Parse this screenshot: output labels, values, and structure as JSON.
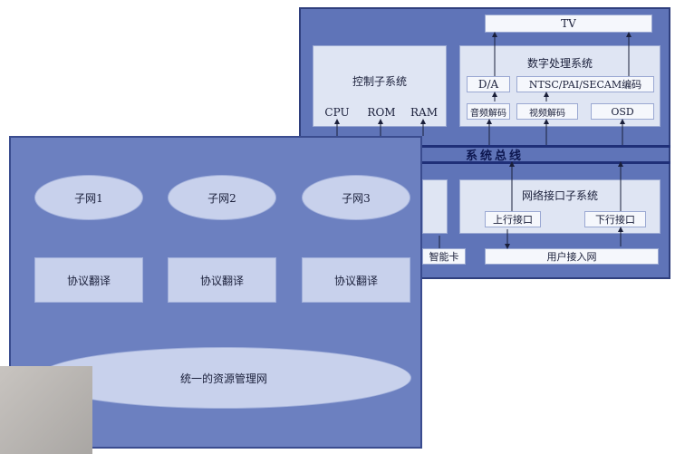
{
  "back": {
    "tv": "TV",
    "control_title": "控制子系统",
    "cpu": "CPU",
    "rom": "ROM",
    "ram": "RAM",
    "digital_title": "数字处理系统",
    "da": "D/A",
    "ntsc": "NTSC/PAI/SECAM编码",
    "audio": "音频解码",
    "video": "视频解码",
    "osd": "OSD",
    "bus": "系统总线",
    "net_title": "网络接口子系统",
    "uplink": "上行接口",
    "downlink": "下行接口",
    "smartcard": "智能卡",
    "access": "用户接入网"
  },
  "front": {
    "subnets": [
      "子网1",
      "子网2",
      "子网3"
    ],
    "protocols": [
      "协议翻译",
      "协议翻译",
      "协议翻译"
    ],
    "unified": "统一的资源管理网"
  }
}
